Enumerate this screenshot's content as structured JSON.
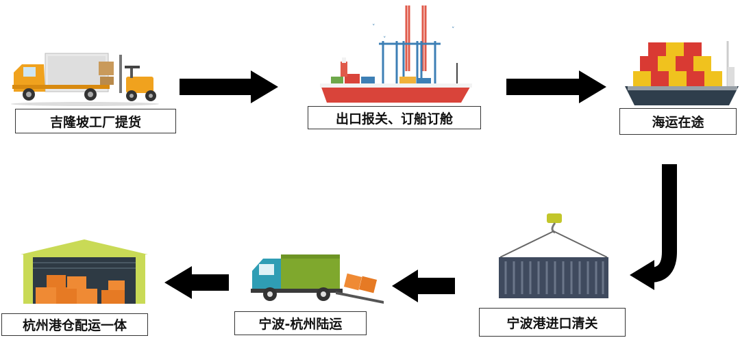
{
  "steps": [
    {
      "label": "吉隆坡工厂提货",
      "icon": "truck-forklift-icon"
    },
    {
      "label": "出口报关、订船订舱",
      "icon": "port-cranes-ship-icon"
    },
    {
      "label": "海运在途",
      "icon": "cargo-ship-icon"
    },
    {
      "label": "宁波港进口清关",
      "icon": "shipping-container-icon"
    },
    {
      "label": "宁波-杭州陆运",
      "icon": "delivery-truck-icon"
    },
    {
      "label": "杭州港仓配运一体",
      "icon": "warehouse-icon"
    }
  ],
  "colors": {
    "truck": "#f0a21e",
    "ship_hull": "#d9443a",
    "container": "#3f4a5e",
    "delivery_truck": "#7fa82d",
    "warehouse_box": "#ef8a34",
    "arrow": "#000000"
  }
}
